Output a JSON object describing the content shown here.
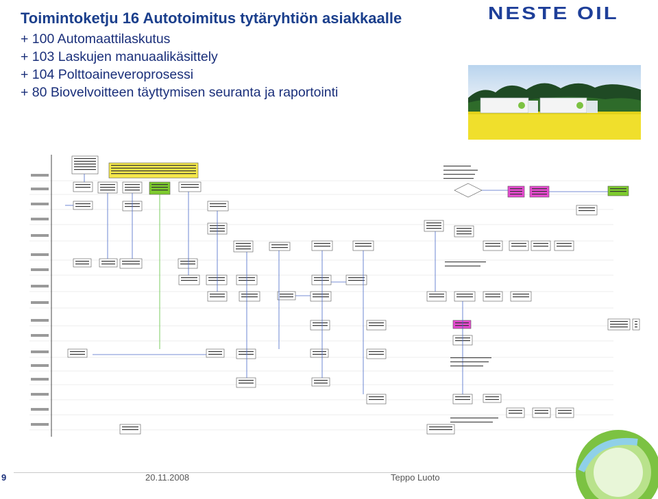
{
  "slide": {
    "title": "Toimintoketju 16 Autotoimitus tytäryhtiön asiakkaalle",
    "bullets": [
      "+ 100 Automaattilaskutus",
      "+ 103 Laskujen manuaalikäsittely",
      "+ 104 Polttoaineveroprosessi",
      "+ 80 Biovelvoitteen täyttymisen seuranta ja raportointi"
    ]
  },
  "brand": {
    "logo_text": "NESTE OIL",
    "logo_color": "#1e3f99",
    "accent_green": "#7cc242"
  },
  "footer": {
    "page_number": "9",
    "date": "20.11.2008",
    "author": "Teppo Luoto"
  },
  "colors": {
    "title": "#1b3f8c",
    "lane_line": "#444444",
    "box_yellow": "#f5e84a",
    "box_green": "#7ecb2e",
    "box_magenta": "#e64bd0",
    "connector_blue": "#4a69c8",
    "connector_green": "#5cc23a"
  }
}
